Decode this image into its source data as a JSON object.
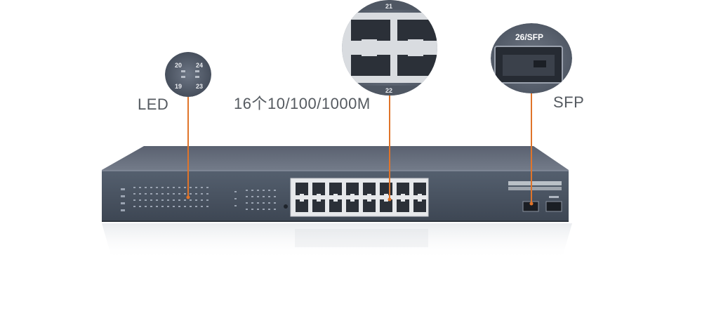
{
  "labels": {
    "led": "LED",
    "ports": "16个10/100/1000M",
    "sfp": "SFP"
  },
  "led_zoom": {
    "top_left": "20",
    "top_right": "24",
    "bottom_left": "19",
    "bottom_right": "23"
  },
  "port_zoom": {
    "top_number": "21",
    "bottom_number": "22"
  },
  "sfp_zoom": {
    "label": "26/SFP"
  },
  "colors": {
    "callout_line": "#e0742a",
    "chassis_front": "#4a5568",
    "chassis_top": "#6b7280"
  }
}
